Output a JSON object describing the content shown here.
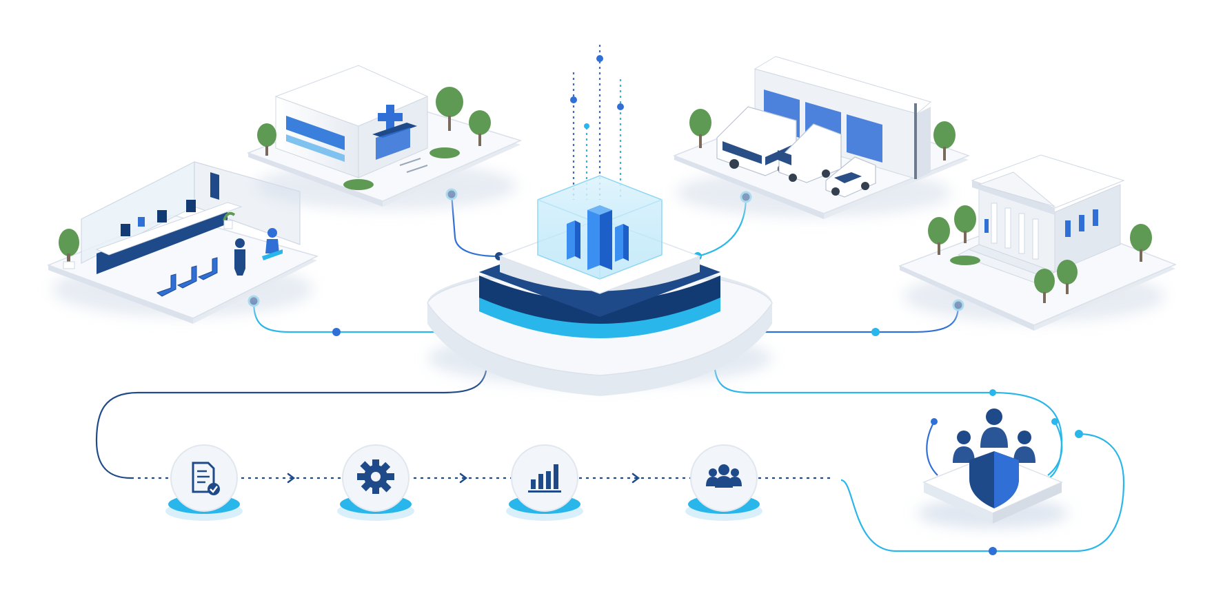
{
  "diagram": {
    "colors": {
      "navy": "#1f4a8a",
      "deep_navy": "#123a73",
      "mid_blue": "#2f6fd6",
      "cyan": "#29b6ea",
      "light_cyan": "#7fd8f5",
      "platform": "#eef2f7",
      "platform_edge": "#d5dce6",
      "tree_green": "#5f9a55",
      "tree_trunk": "#7a6a5a"
    },
    "central_hub": {
      "name": "analytics-data-cube",
      "icon": "bar-chart-icon",
      "layers": [
        "white",
        "navy",
        "cyan",
        "white"
      ]
    },
    "facilities": [
      {
        "name": "service-office",
        "icon": "reception-desk-icon"
      },
      {
        "name": "hospital",
        "icon": "medical-cross-icon"
      },
      {
        "name": "transport-depot",
        "icon": "vehicle-fleet-icon"
      },
      {
        "name": "government-building",
        "icon": "courthouse-icon"
      }
    ],
    "process_steps": [
      {
        "name": "document-review",
        "icon": "document-check-icon"
      },
      {
        "name": "processing",
        "icon": "gear-icon"
      },
      {
        "name": "analytics",
        "icon": "bar-chart-icon"
      },
      {
        "name": "stakeholders",
        "icon": "people-group-icon"
      }
    ],
    "outcome": {
      "name": "protected-citizens",
      "icon": "shield-people-icon"
    }
  }
}
